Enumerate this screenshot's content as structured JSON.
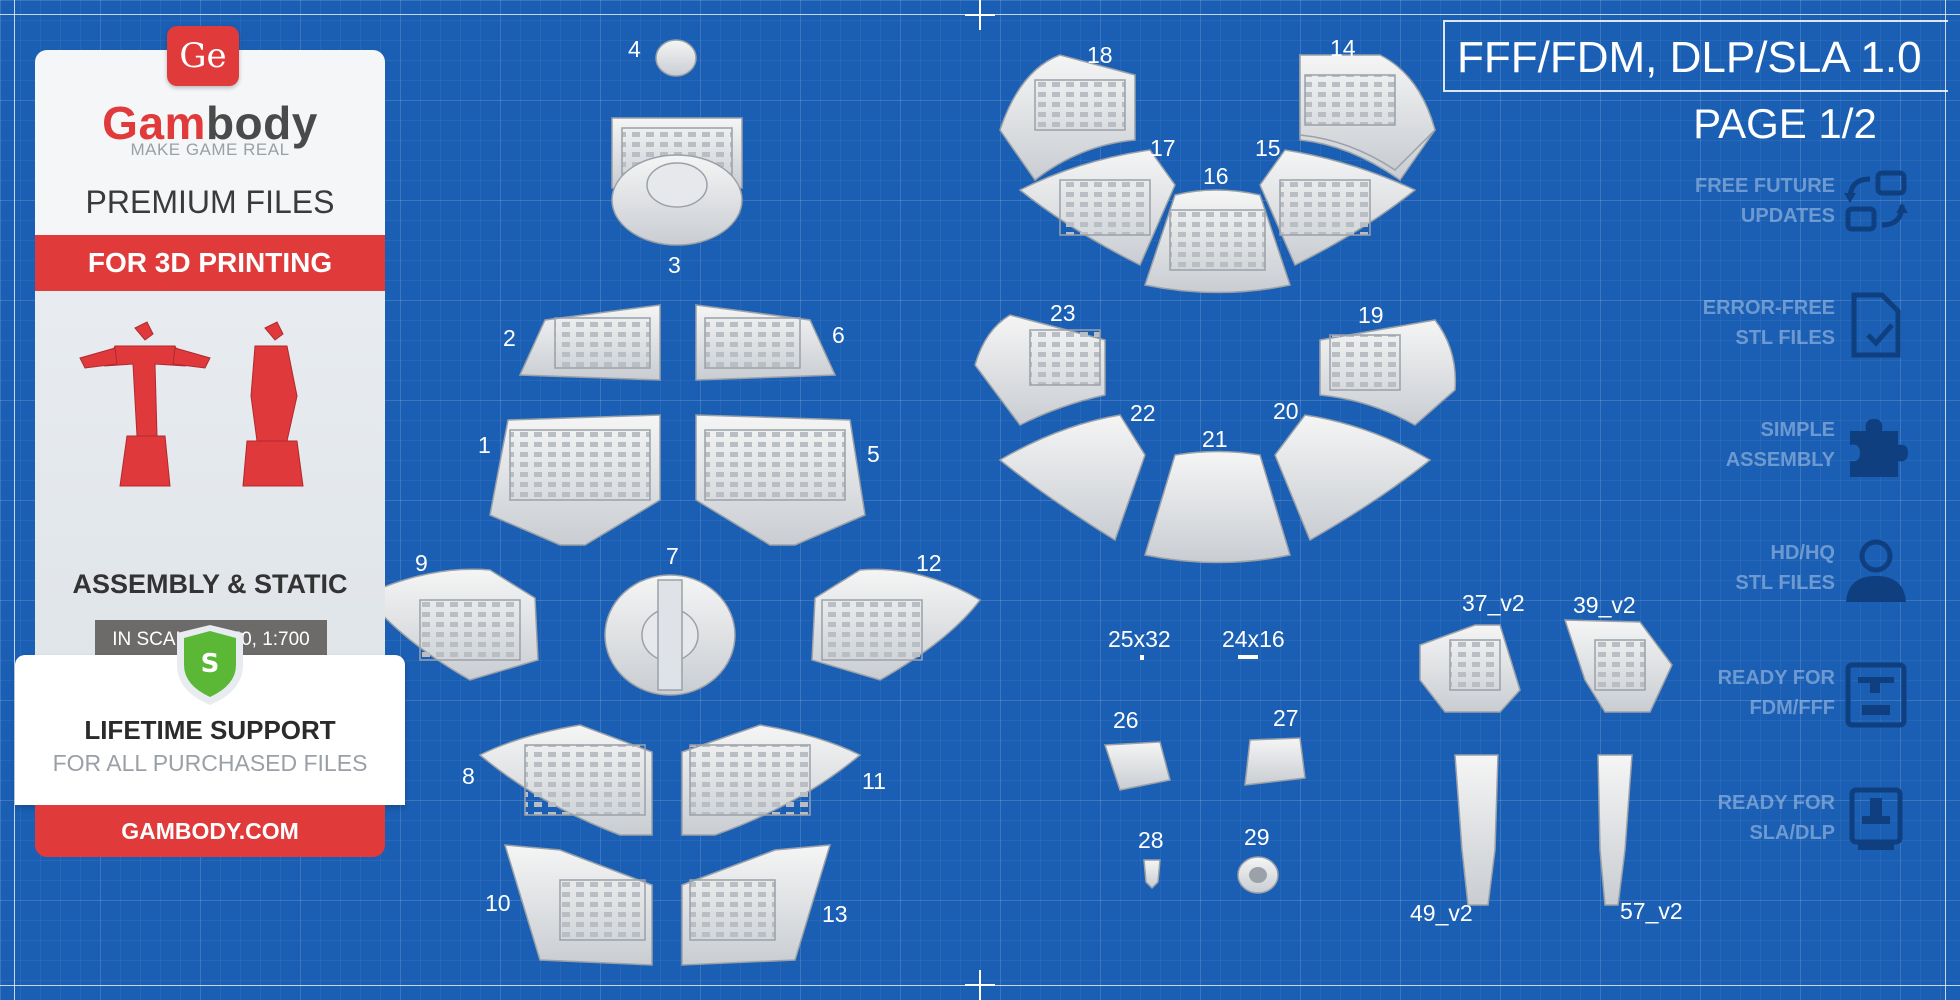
{
  "brand": {
    "logo_text": "Ge",
    "name_part1": "Gam",
    "name_part2": "body",
    "tagline": "MAKE GAME REAL",
    "premium": "PREMIUM FILES",
    "for_printing": "FOR 3D PRINTING",
    "assembly": "ASSEMBLY & STATIC",
    "scale": "IN SCALE 1:350, 1:700",
    "support_icon_letter": "S",
    "support_title": "LIFETIME SUPPORT",
    "support_sub": "FOR ALL PURCHASED FILES",
    "site": "GAMBODY.COM"
  },
  "header": {
    "version": "FFF/FDM, DLP/SLA 1.0",
    "page": "PAGE 1/2"
  },
  "features": [
    {
      "line1": "FREE FUTURE",
      "line2": "UPDATES",
      "icon": "update-icon"
    },
    {
      "line1": "ERROR-FREE",
      "line2": "STL FILES",
      "icon": "file-check-icon"
    },
    {
      "line1": "SIMPLE",
      "line2": "ASSEMBLY",
      "icon": "puzzle-icon"
    },
    {
      "line1": "HD/HQ",
      "line2": "STL FILES",
      "icon": "person-icon"
    },
    {
      "line1": "READY FOR",
      "line2": "FDM/FFF",
      "icon": "fdm-printer-icon"
    },
    {
      "line1": "READY FOR",
      "line2": "SLA/DLP",
      "icon": "sla-printer-icon"
    }
  ],
  "parts": {
    "p1": "1",
    "p2": "2",
    "p3": "3",
    "p4": "4",
    "p5": "5",
    "p6": "6",
    "p7": "7",
    "p8": "8",
    "p9": "9",
    "p10": "10",
    "p11": "11",
    "p12": "12",
    "p13": "13",
    "p14": "14",
    "p15": "15",
    "p16": "16",
    "p17": "17",
    "p18": "18",
    "p19": "19",
    "p20": "20",
    "p21": "21",
    "p22": "22",
    "p23": "23",
    "p24": "24x16",
    "p25": "25x32",
    "p26": "26",
    "p27": "27",
    "p28": "28",
    "p29": "29",
    "p37": "37_v2",
    "p39": "39_v2",
    "p49": "49_v2",
    "p57": "57_v2"
  }
}
